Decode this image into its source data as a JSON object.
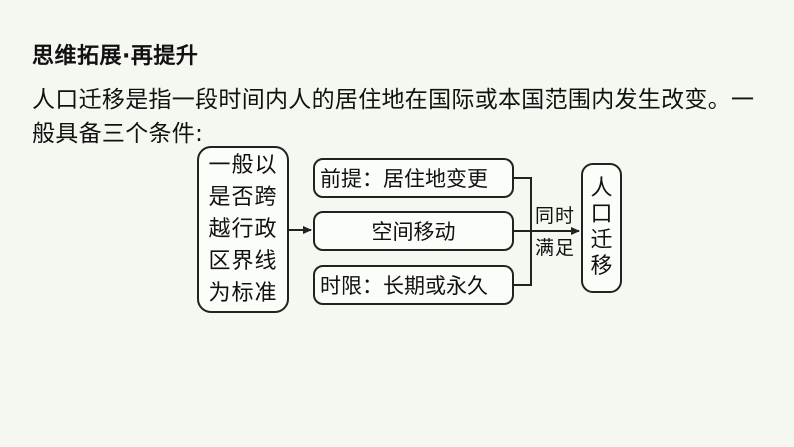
{
  "heading": "思维拓展·再提升",
  "paragraph": "人口迁移是指一段时间内人的居住地在国际或本国范围内发生改变。一般具备三个条件:",
  "diagram": {
    "standard": "一般以是否跨越行政区界线为标准",
    "premise": "前提：居住地变更",
    "space": "空间移动",
    "time": "时限：长期或永久",
    "condition": "同时满足",
    "result": "人口迁移"
  }
}
